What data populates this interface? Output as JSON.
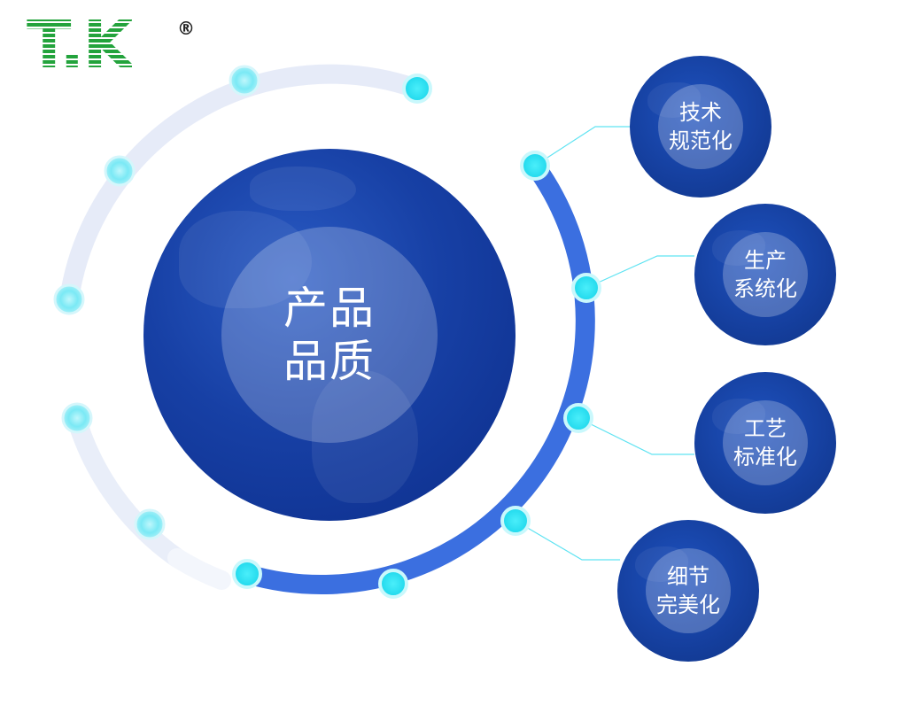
{
  "logo": {
    "text": "T.K",
    "mark": "®"
  },
  "center": {
    "line1": "产品",
    "line2": "品质"
  },
  "items": [
    {
      "line1": "技术",
      "line2": "规范化"
    },
    {
      "line1": "生产",
      "line2": "系统化"
    },
    {
      "line1": "工艺",
      "line2": "标准化"
    },
    {
      "line1": "细节",
      "line2": "完美化"
    }
  ],
  "colors": {
    "logo_green": "#23a33c",
    "globe_blue": "#1740a5",
    "arc_blue": "#3b6fe0",
    "arc_light": "#e6ebf8",
    "node_cyan": "#35e4f4",
    "connector": "#5fe3f2"
  }
}
